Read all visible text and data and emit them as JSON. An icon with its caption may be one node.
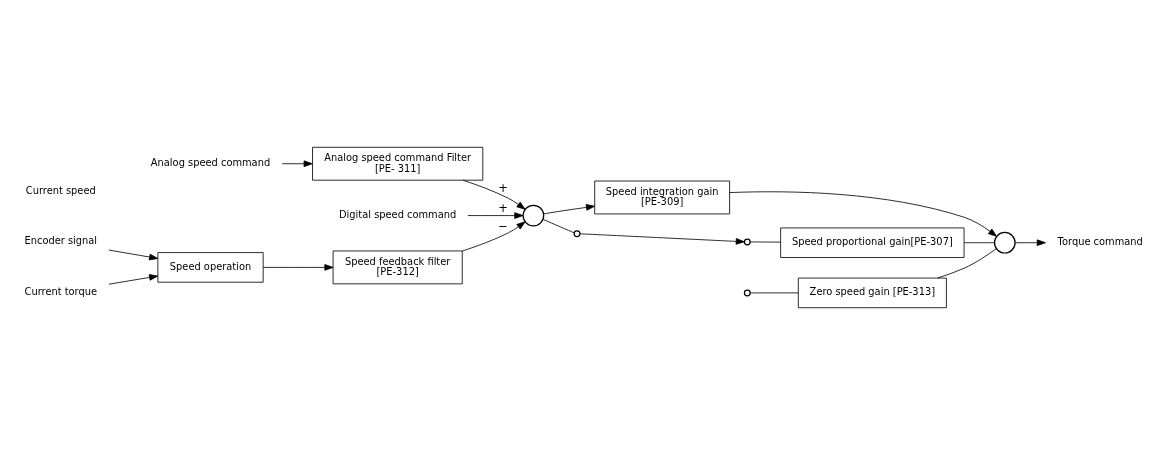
{
  "diagram": {
    "nodes": [
      {
        "text": [
          "Analog speed command"
        ]
      },
      {
        "text": [
          "Analog speed command Filter",
          "[PE- 311]"
        ]
      },
      {
        "text": [
          "Digital speed command"
        ]
      },
      {
        "text": [],
        "shape": "circle"
      },
      {
        "text": [
          "Speed feedback filter",
          "[PE-312]"
        ]
      },
      {
        "text": [
          "Speed integration gain",
          "[PE-309]"
        ]
      },
      {
        "text": [
          "Zero speed gain [PE-313]"
        ]
      },
      {
        "text": [],
        "shape": "circle"
      },
      {
        "text": [],
        "shape": "circle"
      },
      {
        "text": [],
        "shape": "circle"
      },
      {
        "text": [
          "Speed proportional gain[PE-307]"
        ]
      },
      {
        "text": [],
        "shape": "circle"
      },
      {
        "text": [
          "Torque command"
        ]
      },
      {
        "text": [
          "Speed operation"
        ]
      },
      {
        "text": [
          "Encoder signal"
        ]
      },
      {
        "text": [
          "Current torque"
        ]
      }
    ],
    "edges": [
      {
        "from": 0,
        "to": 1,
        "arrow": "to"
      },
      {
        "from": 1,
        "to": 3,
        "arrow": "to",
        "label": "+"
      },
      {
        "from": 2,
        "to": 3,
        "arrow": "to",
        "label": "+"
      },
      {
        "from": 4,
        "to": 3,
        "arrow": "to",
        "label": "−"
      },
      {
        "from": 3,
        "to": 5,
        "arrow": "to"
      },
      {
        "from": 3,
        "to": 7,
        "arrow": "none"
      },
      {
        "from": 7,
        "to": 8,
        "arrow": "to"
      },
      {
        "from": 8,
        "to": 10,
        "arrow": "none"
      },
      {
        "from": 9,
        "to": 6,
        "arrow": "none"
      },
      {
        "from": 5,
        "to": 11,
        "arrow": "to"
      },
      {
        "from": 6,
        "to": 11,
        "arrow": "none"
      },
      {
        "from": 10,
        "to": 11,
        "arrow": "none"
      },
      {
        "from": 11,
        "to": 12,
        "arrow": "to"
      },
      {
        "from": 13,
        "to": 4,
        "arrow": "to"
      },
      {
        "from": 14,
        "to": 13,
        "arrow": "to"
      },
      {
        "from": 15,
        "to": 13,
        "arrow": "to"
      }
    ],
    "labels": [
      "Current speed"
    ]
  }
}
